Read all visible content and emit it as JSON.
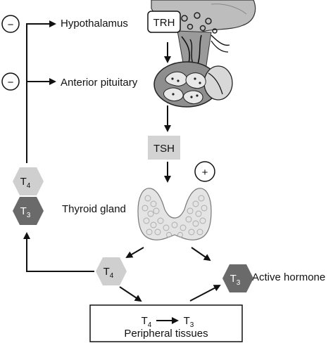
{
  "labels": {
    "hypothalamus": "Hypothalamus",
    "anterior_pituitary": "Anterior pituitary",
    "thyroid_gland": "Thyroid gland",
    "active_hormone": "Active hormone",
    "peripheral_tissues": "Peripheral tissues"
  },
  "boxes": {
    "trh": "TRH",
    "tsh": "TSH"
  },
  "signs": {
    "negative": "−",
    "positive": "+"
  },
  "hormones": {
    "t4_base": "T",
    "t4_sub": "4",
    "t3_base": "T",
    "t3_sub": "3"
  },
  "colors": {
    "t4_fill": "#cfcfcf",
    "t3_fill": "#6a6a6a",
    "tsh_box": "#d3d3d3",
    "line": "#111111"
  }
}
